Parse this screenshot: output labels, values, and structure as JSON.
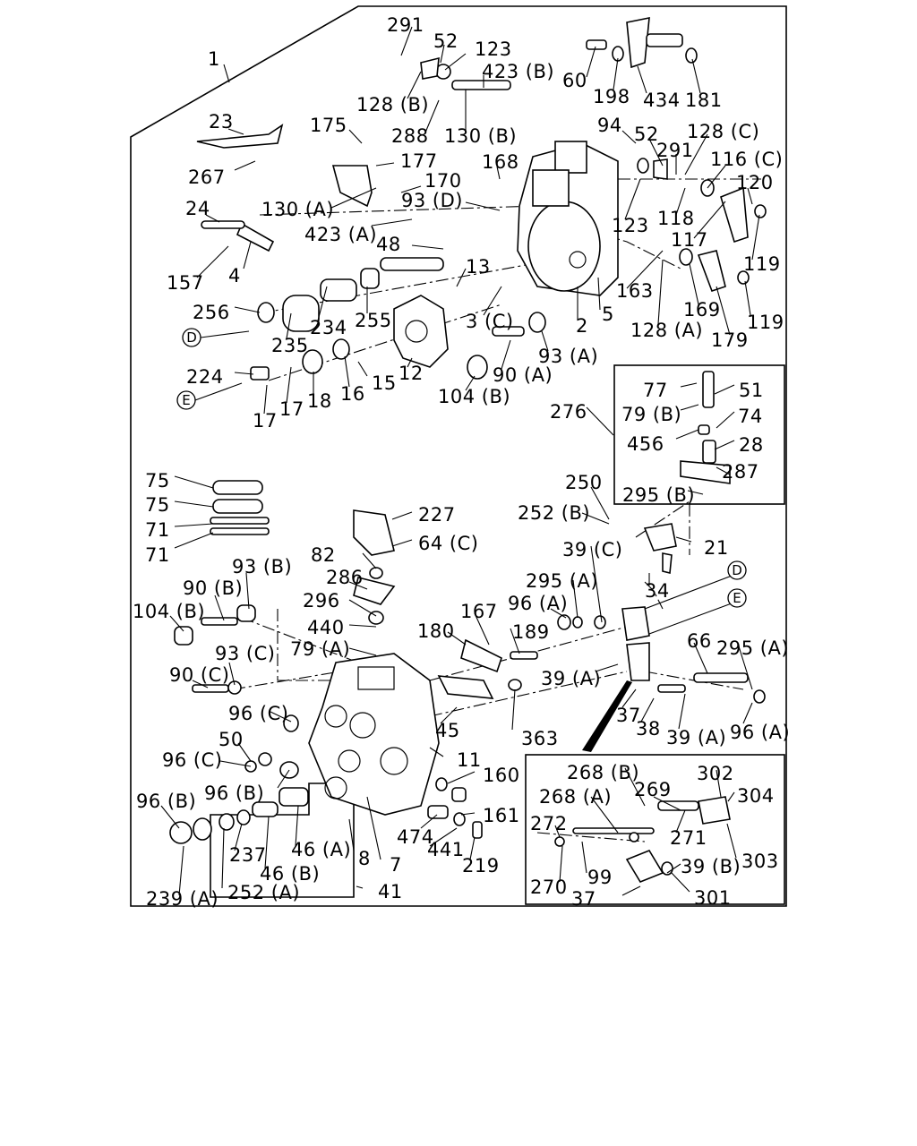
{
  "labels": [
    {
      "t": "291"
    },
    {
      "t": "52"
    },
    {
      "t": "123"
    },
    {
      "t": "423 (B)"
    },
    {
      "t": "60"
    },
    {
      "t": "198"
    },
    {
      "t": "434"
    },
    {
      "t": "181"
    },
    {
      "t": "1"
    },
    {
      "t": "128 (B)"
    },
    {
      "t": "288"
    },
    {
      "t": "130 (B)"
    },
    {
      "t": "94"
    },
    {
      "t": "52"
    },
    {
      "t": "128 (C)"
    },
    {
      "t": "291"
    },
    {
      "t": "116 (C)"
    },
    {
      "t": "23"
    },
    {
      "t": "175"
    },
    {
      "t": "177"
    },
    {
      "t": "168"
    },
    {
      "t": "120"
    },
    {
      "t": "267"
    },
    {
      "t": "170"
    },
    {
      "t": "93 (D)"
    },
    {
      "t": "123"
    },
    {
      "t": "118"
    },
    {
      "t": "24"
    },
    {
      "t": "130 (A)"
    },
    {
      "t": "423 (A)"
    },
    {
      "t": "117"
    },
    {
      "t": "48"
    },
    {
      "t": "119"
    },
    {
      "t": "157"
    },
    {
      "t": "4"
    },
    {
      "t": "13"
    },
    {
      "t": "163"
    },
    {
      "t": "5"
    },
    {
      "t": "169"
    },
    {
      "t": "256"
    },
    {
      "t": "255"
    },
    {
      "t": "3 (C)"
    },
    {
      "t": "2"
    },
    {
      "t": "128 (A)"
    },
    {
      "t": "119"
    },
    {
      "t": "234"
    },
    {
      "t": "235"
    },
    {
      "t": "179"
    },
    {
      "t": "12"
    },
    {
      "t": "93 (A)"
    },
    {
      "t": "224"
    },
    {
      "t": "15"
    },
    {
      "t": "90 (A)"
    },
    {
      "t": "16"
    },
    {
      "t": "18"
    },
    {
      "t": "17"
    },
    {
      "t": "17"
    },
    {
      "t": "104 (B)"
    },
    {
      "t": "77"
    },
    {
      "t": "51"
    },
    {
      "t": "79 (B)"
    },
    {
      "t": "74"
    },
    {
      "t": "276"
    },
    {
      "t": "456"
    },
    {
      "t": "28"
    },
    {
      "t": "75"
    },
    {
      "t": "287"
    },
    {
      "t": "75"
    },
    {
      "t": "295 (B)"
    },
    {
      "t": "250"
    },
    {
      "t": "252 (B)"
    },
    {
      "t": "227"
    },
    {
      "t": "71"
    },
    {
      "t": "21"
    },
    {
      "t": "71"
    },
    {
      "t": "64 (C)"
    },
    {
      "t": "39 (C)"
    },
    {
      "t": "82"
    },
    {
      "t": "93 (B)"
    },
    {
      "t": "286"
    },
    {
      "t": "295 (A)"
    },
    {
      "t": "34"
    },
    {
      "t": "90 (B)"
    },
    {
      "t": "96 (A)"
    },
    {
      "t": "104 (B)"
    },
    {
      "t": "296"
    },
    {
      "t": "167"
    },
    {
      "t": "440"
    },
    {
      "t": "180"
    },
    {
      "t": "189"
    },
    {
      "t": "66"
    },
    {
      "t": "79 (A)"
    },
    {
      "t": "295 (A)"
    },
    {
      "t": "93 (C)"
    },
    {
      "t": "90 (C)"
    },
    {
      "t": "39 (A)"
    },
    {
      "t": "96 (C)"
    },
    {
      "t": "45"
    },
    {
      "t": "37"
    },
    {
      "t": "38"
    },
    {
      "t": "96 (A)"
    },
    {
      "t": "39 (A)"
    },
    {
      "t": "363"
    },
    {
      "t": "50"
    },
    {
      "t": "96 (C)"
    },
    {
      "t": "11"
    },
    {
      "t": "268 (B)"
    },
    {
      "t": "302"
    },
    {
      "t": "160"
    },
    {
      "t": "96 (B)"
    },
    {
      "t": "268 (A)"
    },
    {
      "t": "269"
    },
    {
      "t": "304"
    },
    {
      "t": "96 (B)"
    },
    {
      "t": "161"
    },
    {
      "t": "272"
    },
    {
      "t": "271"
    },
    {
      "t": "474"
    },
    {
      "t": "46 (A)"
    },
    {
      "t": "237"
    },
    {
      "t": "8"
    },
    {
      "t": "441"
    },
    {
      "t": "219"
    },
    {
      "t": "46 (B)"
    },
    {
      "t": "7"
    },
    {
      "t": "99"
    },
    {
      "t": "39 (B)"
    },
    {
      "t": "303"
    },
    {
      "t": "270"
    },
    {
      "t": "239 (A)"
    },
    {
      "t": "252 (A)"
    },
    {
      "t": "41"
    },
    {
      "t": "37"
    },
    {
      "t": "301"
    }
  ],
  "connectors": [
    {
      "id": "D",
      "t": "D"
    },
    {
      "id": "E",
      "t": "E"
    },
    {
      "id": "D2",
      "t": "D"
    },
    {
      "id": "E2",
      "t": "E"
    }
  ]
}
